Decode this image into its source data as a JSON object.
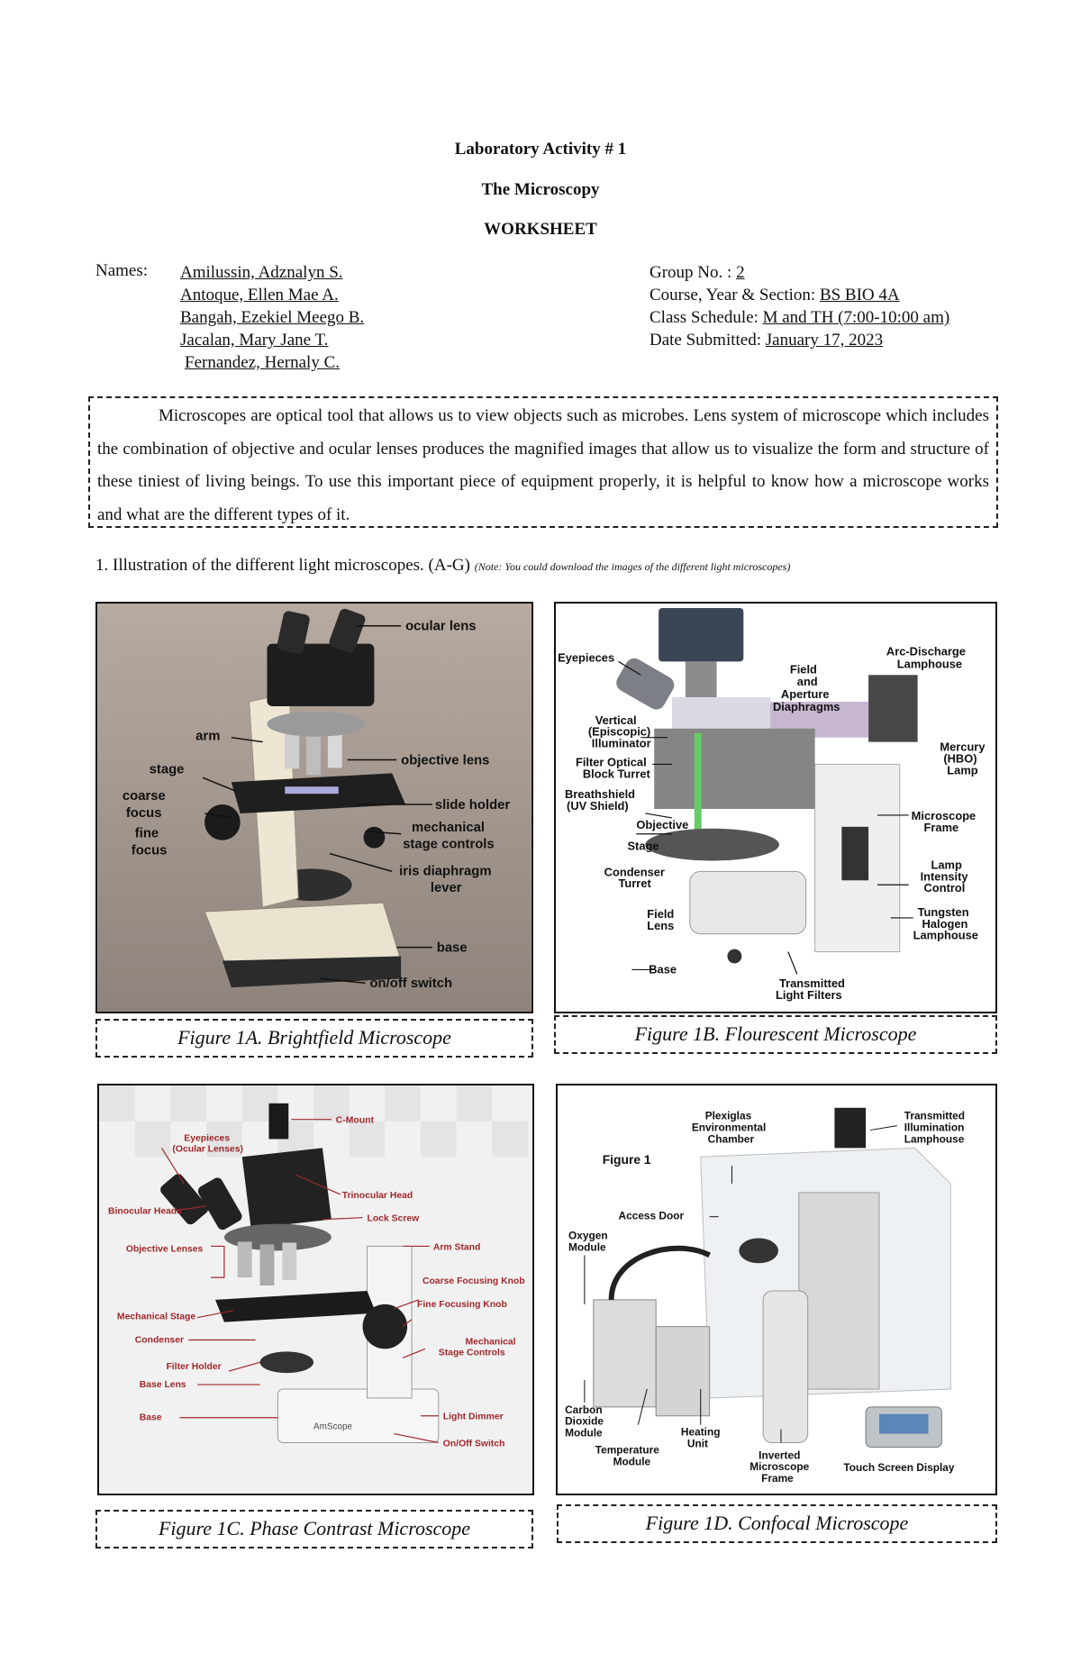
{
  "header": {
    "activity": "Laboratory Activity # 1",
    "topic": "The Microscopy",
    "sheet": "WORKSHEET"
  },
  "names_label": "Names:",
  "names": [
    "Amilussin, Adznalyn S.",
    "Antoque, Ellen Mae A.",
    "Bangah, Ezekiel Meego B.",
    "Jacalan, Mary Jane T.",
    "Fernandez, Hernaly C."
  ],
  "meta": {
    "group_label": "Group No. : ",
    "group_value": "2",
    "course_label": "Course, Year & Section: ",
    "course_value": "BS BIO 4A",
    "schedule_label": "Class Schedule: ",
    "schedule_value": "M and TH (7:00-10:00 am)",
    "date_label": "Date Submitted: ",
    "date_value": "January 17, 2023"
  },
  "intro": "Microscopes are optical tool that allows us to view objects such as microbes. Lens system of microscope which includes the combination of objective and ocular lenses produces the magnified images that allow us to visualize the form and structure of these tiniest of living beings. To use this important piece of equipment properly, it is helpful to know how a microscope works and what are the different types of it.",
  "question1": {
    "text": "1. Illustration of the different light microscopes. (A-G) ",
    "note": "(Note: You could download the images of the different light microscopes)"
  },
  "figures": {
    "a": {
      "caption": "Figure 1A. Brightfield Microscope",
      "labels": {
        "ocular": "ocular lens",
        "arm": "arm",
        "stage": "stage",
        "coarse1": "coarse",
        "coarse2": "focus",
        "fine1": "fine",
        "fine2": "focus",
        "objective": "objective lens",
        "slide": "slide holder",
        "mech1": "mechanical",
        "mech2": "stage controls",
        "iris1": "iris diaphragm",
        "iris2": "lever",
        "base": "base",
        "switch": "on/off switch"
      }
    },
    "b": {
      "caption": "Figure 1B. Flourescent Microscope",
      "labels": {
        "eyepieces": "Eyepieces",
        "field1": "Field",
        "field2": "and",
        "field3": "Aperture",
        "field4": "Diaphragms",
        "arc1": "Arc-Discharge",
        "arc2": "Lamphouse",
        "vert1": "Vertical",
        "vert2": "(Episcopic)",
        "vert3": "Illuminator",
        "filter1": "Filter Optical",
        "filter2": "Block Turret",
        "breath1": "Breathshield",
        "breath2": "(UV Shield)",
        "objective": "Objective",
        "stage": "Stage",
        "cond1": "Condenser",
        "cond2": "Turret",
        "fl1": "Field",
        "fl2": "Lens",
        "base": "Base",
        "merc1": "Mercury",
        "merc2": "(HBO)",
        "merc3": "Lamp",
        "frame1": "Microscope",
        "frame2": "Frame",
        "lamp1": "Lamp",
        "lamp2": "Intensity",
        "lamp3": "Control",
        "tung1": "Tungsten",
        "tung2": "Halogen",
        "tung3": "Lamphouse",
        "trans1": "Transmitted",
        "trans2": "Light Filters"
      }
    },
    "c": {
      "caption": "Figure 1C. Phase Contrast Microscope",
      "labels": {
        "cmount": "C-Mount",
        "eye1": "Eyepieces",
        "eye2": "(Ocular Lenses)",
        "trino": "Trinocular Head",
        "bino": "Binocular Heads",
        "lock": "Lock Screw",
        "obj": "Objective Lenses",
        "armstand": "Arm Stand",
        "coarse": "Coarse Focusing Knob",
        "fine": "Fine Focusing Knob",
        "mstage": "Mechanical Stage",
        "cond": "Condenser",
        "mctrl1": "Mechanical",
        "mctrl2": "Stage Controls",
        "fholder": "Filter Holder",
        "blens": "Base Lens",
        "base": "Base",
        "dimmer": "Light Dimmer",
        "onoff": "On/Off Switch",
        "brand": "AmScope"
      }
    },
    "d": {
      "caption": "Figure 1D. Confocal Microscope",
      "labels": {
        "fig": "Figure 1",
        "plex1": "Plexiglas",
        "plex2": "Environmental",
        "plex3": "Chamber",
        "tl1": "Transmitted",
        "tl2": "Illumination",
        "tl3": "Lamphouse",
        "access": "Access Door",
        "oxy1": "Oxygen",
        "oxy2": "Module",
        "co1": "Carbon",
        "co2": "Dioxide",
        "co3": "Module",
        "temp1": "Temperature",
        "temp2": "Module",
        "heat1": "Heating",
        "heat2": "Unit",
        "inv1": "Inverted",
        "inv2": "Microscope",
        "inv3": "Frame",
        "touch": "Touch Screen Display"
      }
    }
  }
}
